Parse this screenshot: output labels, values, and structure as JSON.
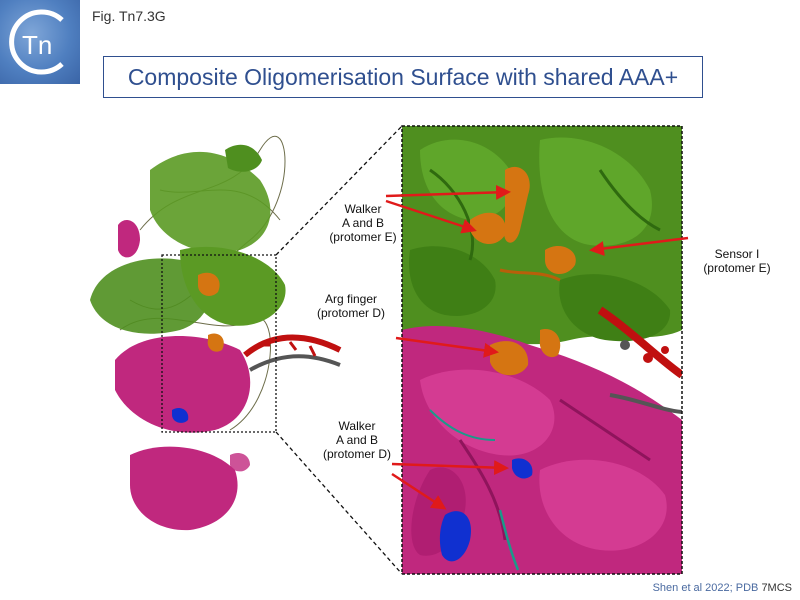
{
  "logo": {
    "text": "Tn"
  },
  "figure": {
    "label": "Fig. Tn7.3G"
  },
  "title": "Composite Oligomerisation Surface with shared AAA+",
  "annotations": {
    "walker_e": [
      "Walker",
      "A and B",
      "(protomer E)"
    ],
    "sensor_e": [
      "Sensor I",
      "(protomer E)"
    ],
    "arg_d": [
      "Arg finger",
      "(protomer D)"
    ],
    "walker_d": [
      "Walker",
      "A and B",
      "(protomer D)"
    ]
  },
  "citation": {
    "text": "Shen et al 2022; PDB ",
    "pdb": "7MCS"
  },
  "colors": {
    "green": "#4f8f1f",
    "magenta": "#c0287e",
    "orange": "#d57512",
    "red_dna": "#c01010",
    "blue": "#1030d0",
    "arrow": "#e01a1a",
    "title": "#2f4f8f"
  }
}
